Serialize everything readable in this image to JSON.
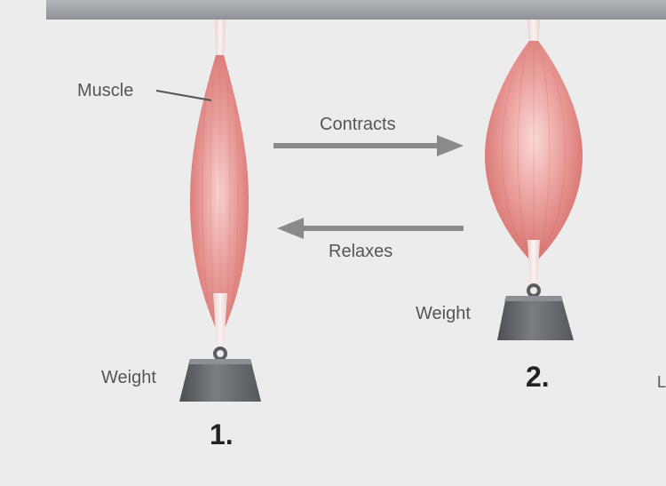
{
  "labels": {
    "muscle": "Muscle",
    "contracts": "Contracts",
    "relaxes": "Relaxes",
    "weight_1": "Weight",
    "weight_2": "Weight",
    "state_1": "1.",
    "state_2": "2.",
    "edge_letter": "L"
  },
  "colors": {
    "background": "#ececec",
    "bar": "#9ea3a8",
    "muscle": "#e58d8a",
    "muscle_light": "#f4c6c3",
    "muscle_dark": "#cf6764",
    "tendon": "#f3e5e3",
    "weight": "#6a6c70",
    "weight_dark": "#474a4e",
    "arrow": "#8a8a8a",
    "text": "#555555"
  }
}
